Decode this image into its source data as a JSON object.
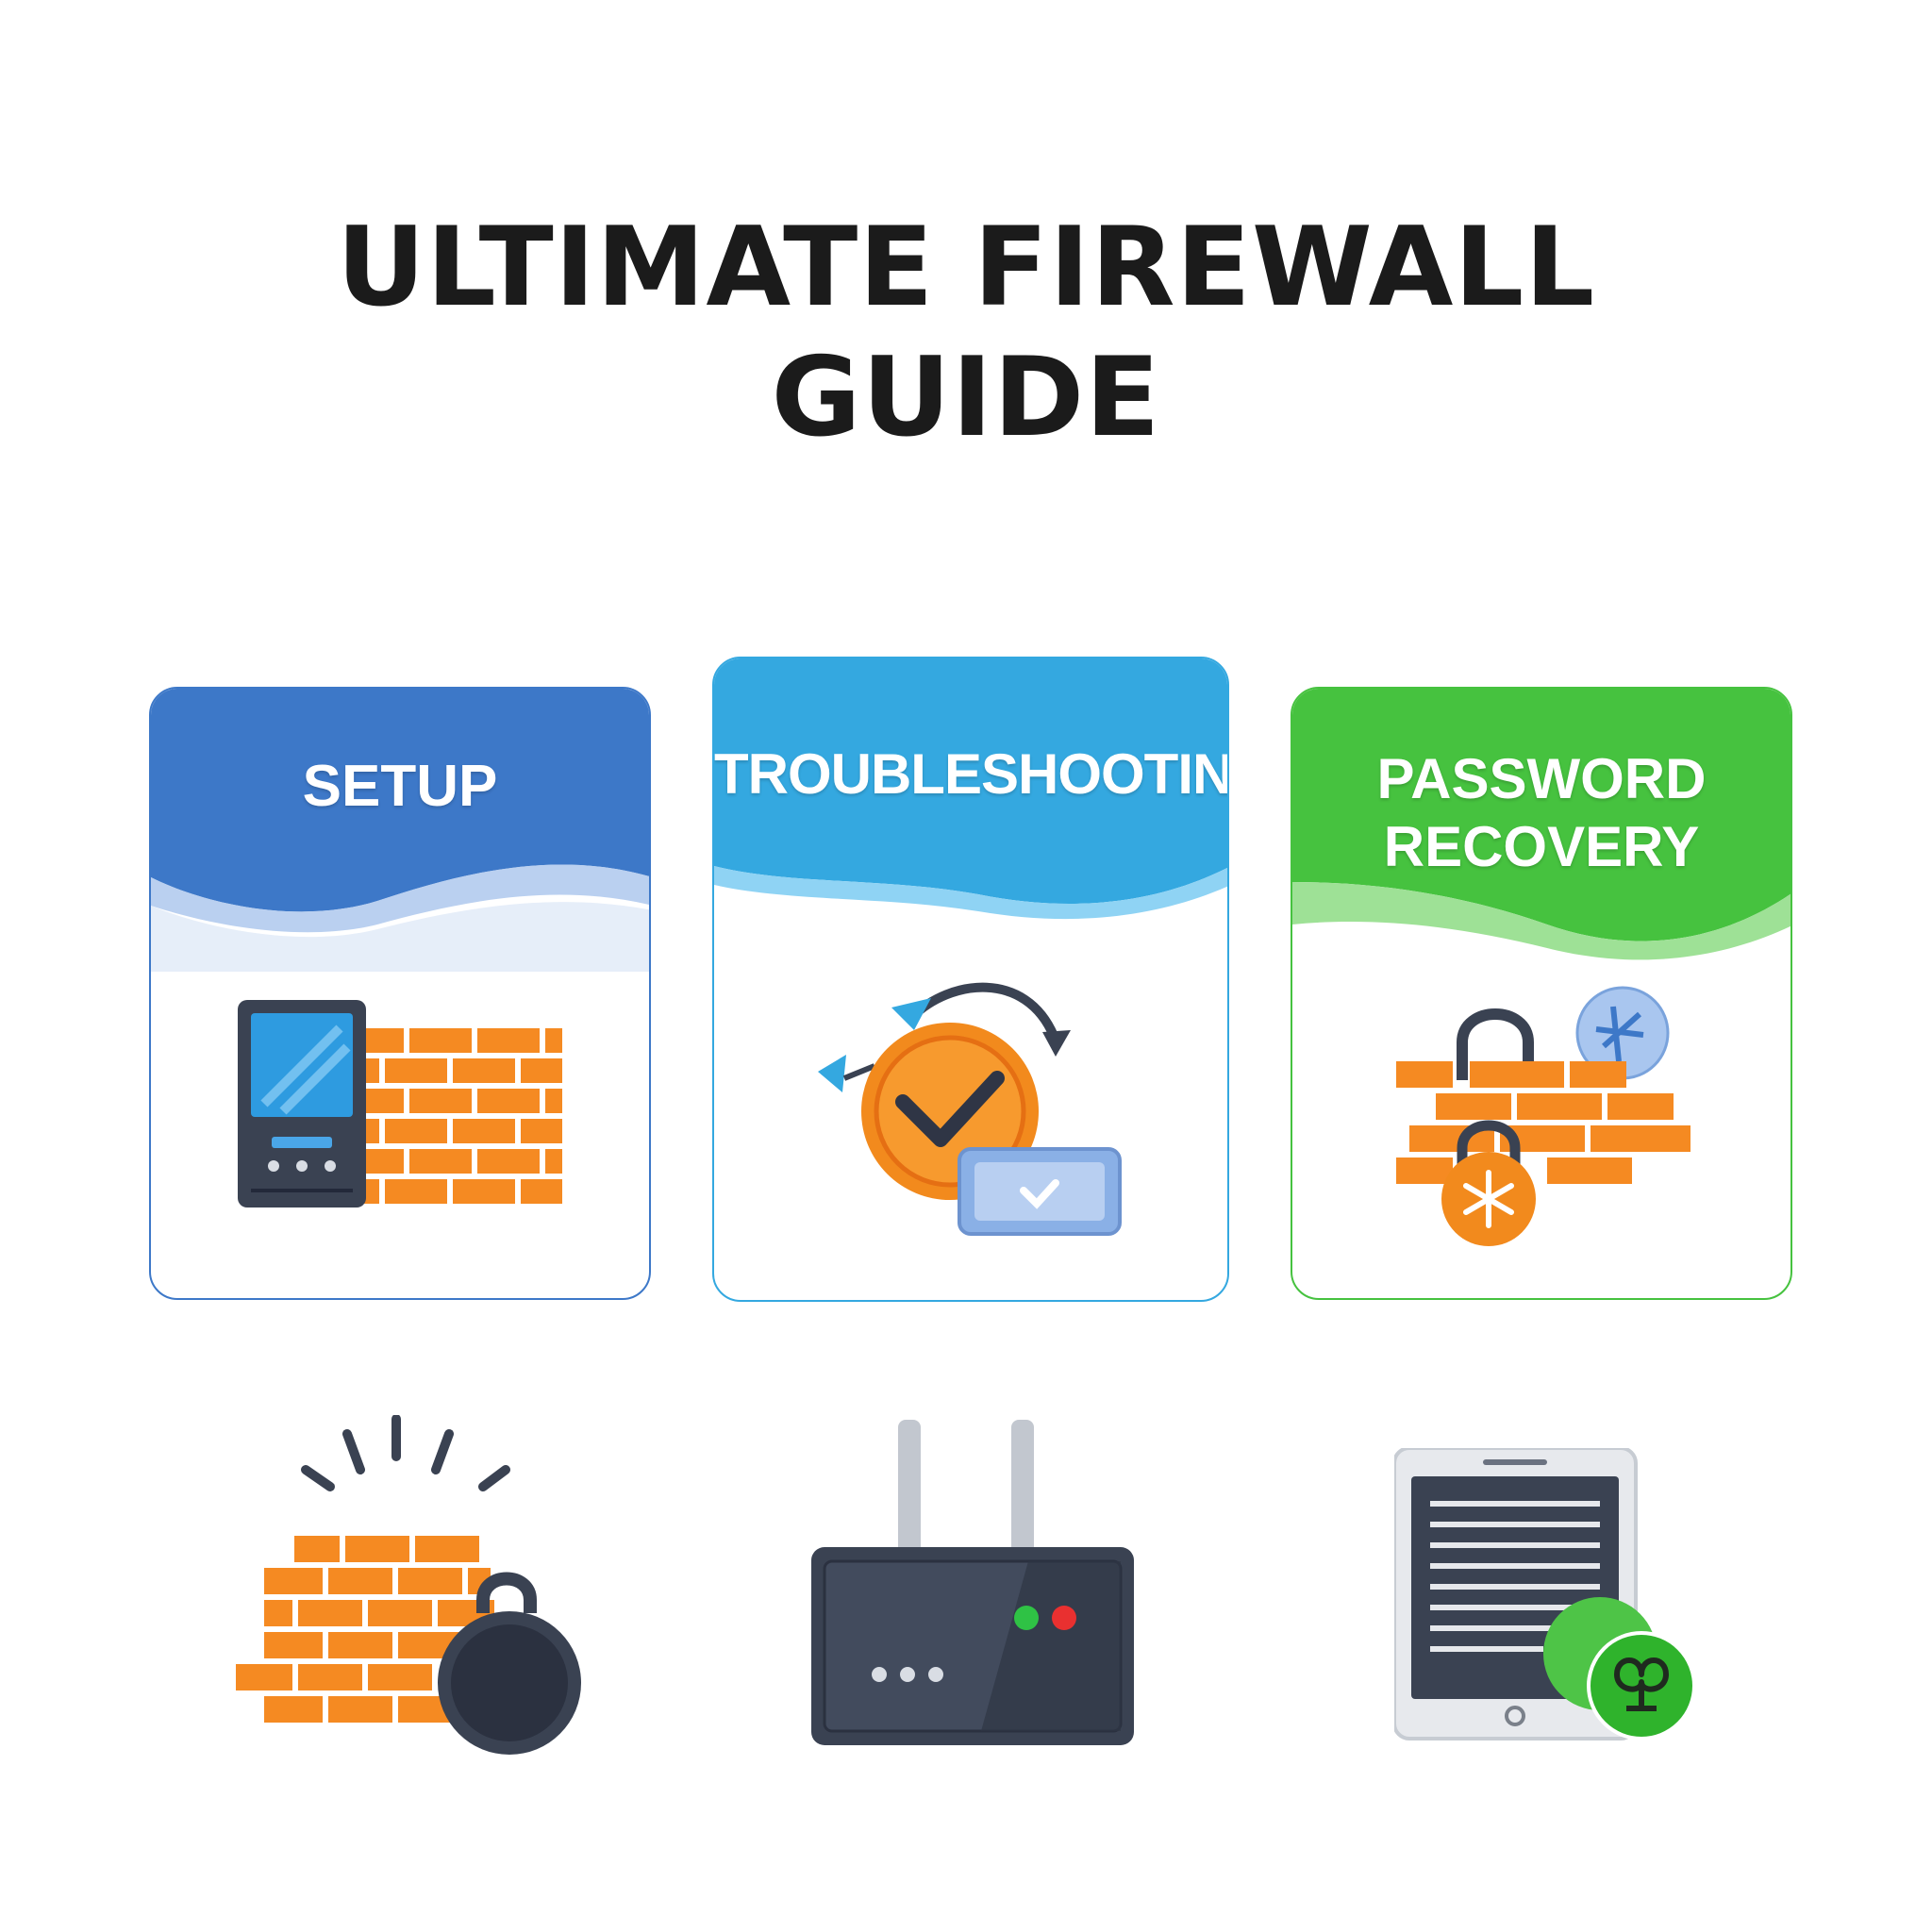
{
  "page": {
    "title_line1": "ULTIMATE FIREWALL",
    "title_line2": "GUIDE"
  },
  "cards": [
    {
      "label": "SETUP",
      "accent": "#3d78c8",
      "icon": "firewall-device-icon"
    },
    {
      "label": "TROUBLESHOOTING",
      "accent": "#34a8e0",
      "icon": "clock-check-icon"
    },
    {
      "label_line1": "PASSWORD",
      "label_line2": "RECOVERY",
      "accent": "#46c23f",
      "icon": "lock-firewall-icon"
    }
  ],
  "bottom_icons": [
    "firewall-lock-icon",
    "router-icon",
    "tablet-document-icon"
  ],
  "colors": {
    "brick": "#f58a22",
    "dark": "#3a4252",
    "green": "#4ec447",
    "blue": "#3d78c8",
    "sky": "#34a8e0"
  }
}
